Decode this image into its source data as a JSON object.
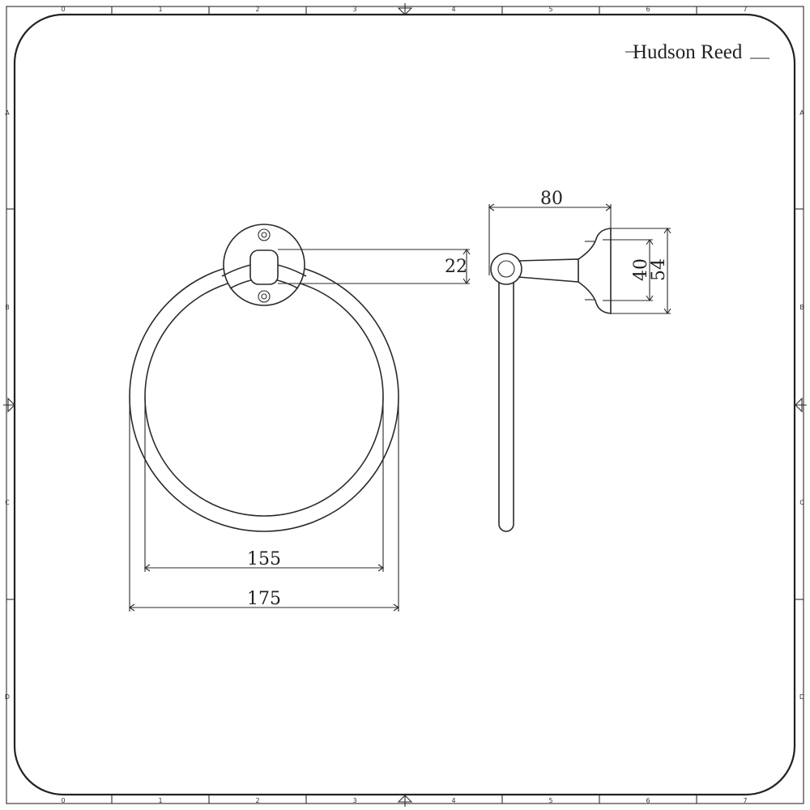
{
  "brand": {
    "name": "Hudson Reed"
  },
  "border": {
    "columns": [
      "0",
      "1",
      "2",
      "3",
      "4",
      "5",
      "6",
      "7"
    ],
    "rows": [
      "A",
      "B",
      "C",
      "D"
    ]
  },
  "front_view": {
    "dimensions": {
      "outer_width": "175",
      "inner_width": "155",
      "mount_offset": "22"
    }
  },
  "side_view": {
    "dimensions": {
      "projection": "80",
      "inner_height": "40",
      "outer_height": "54"
    }
  }
}
